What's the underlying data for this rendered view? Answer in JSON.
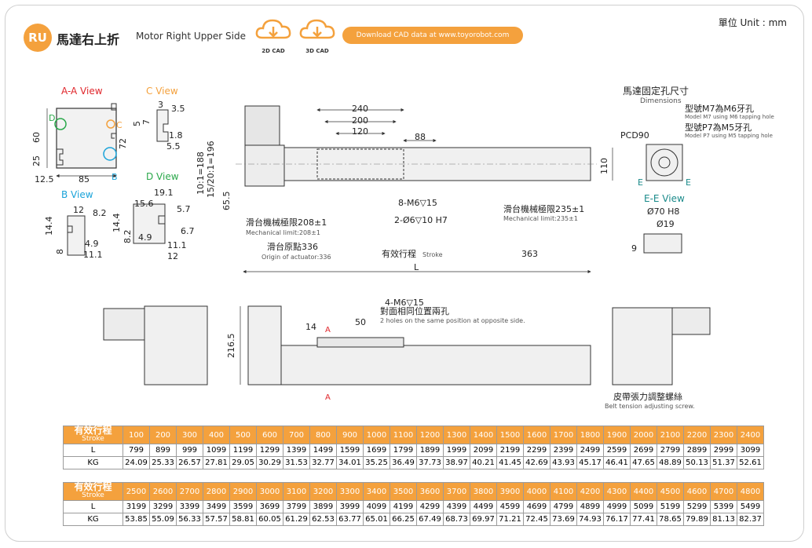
{
  "header": {
    "badge": "RU",
    "title_zh": "馬達右上折",
    "title_en": "Motor Right Upper Side",
    "cad_2d": "2D CAD",
    "cad_3d": "3D CAD",
    "download": "Download CAD data at www.toyorobot.com",
    "unit": "單位 Unit : mm",
    "accent_color": "#f4a13d"
  },
  "views": {
    "aa": {
      "title": "A-A View",
      "d60": "60",
      "d25": "25",
      "d12_5": "12.5",
      "d85": "85",
      "b": "B",
      "c": "C",
      "d": "D"
    },
    "c": {
      "title": "C View",
      "d3": "3",
      "d3_5": "3.5",
      "d5": "5",
      "d7": "7",
      "d72": "72",
      "d1_8": "1.8",
      "d5_5": "5.5"
    },
    "b": {
      "title": "B View",
      "d12": "12",
      "d8_2": "8.2",
      "d14_4": "14.4",
      "d8": "8",
      "d4_9": "4.9",
      "d11_1": "11.1"
    },
    "d": {
      "title": "D View",
      "d19_1": "19.1",
      "d15_6": "15.6",
      "d5_7": "5.7",
      "d14_4": "14.4",
      "d8_2": "8.2",
      "d4_9": "4.9",
      "d6_7": "6.7",
      "d11_1": "11.1",
      "d12": "12"
    },
    "motor_hole": {
      "title_zh": "馬達固定孔尺寸",
      "title_en": "Dimensions",
      "m7_zh": "型號M7為M6牙孔",
      "m7_en": "Model M7 using M6 tapping hole",
      "p7_zh": "型號P7為M5牙孔",
      "p7_en": "Model P7 using M5 tapping hole",
      "pcd": "PCD90",
      "e1": "E",
      "e2": "E"
    },
    "ee": {
      "title": "E-E View",
      "d70": "Ø70 H8",
      "d19": "Ø19",
      "d9": "9"
    }
  },
  "main": {
    "d240": "240",
    "d200": "200",
    "d120": "120",
    "d88": "88",
    "d110": "110",
    "ratio": "10:1=188\n15/20:1=196",
    "ratio1": "10:1=188",
    "ratio2": "15/20:1=196",
    "d65_5": "65.5",
    "m6": "8-M6▽15",
    "pin": "2-Ø6▽10 H7",
    "limit1_zh": "滑台機械極限208±1",
    "limit1_en": "Mechanical limit:208±1",
    "origin_zh": "滑台原點336",
    "origin_en": "Origin of actuator:336",
    "stroke_zh": "有效行程",
    "stroke_en": "Stroke",
    "d363": "363",
    "L": "L",
    "limit2_zh": "滑台機械極限235±1",
    "limit2_en": "Mechanical limit:235±1"
  },
  "side": {
    "m6b": "4-M6▽15",
    "holes_zh": "對面相同位置兩孔",
    "holes_en": "2 holes on the same position at opposite side.",
    "d14": "14",
    "d50": "50",
    "d216_5": "216.5",
    "A1": "A",
    "A2": "A",
    "belt_zh": "皮帶張力調整螺絲",
    "belt_en": "Belt tension adjusting screw."
  },
  "table1": {
    "stroke_label_zh": "有效行程",
    "stroke_label_en": "Stroke",
    "L_label": "L",
    "KG_label": "KG",
    "stroke": [
      "100",
      "200",
      "300",
      "400",
      "500",
      "600",
      "700",
      "800",
      "900",
      "1000",
      "1100",
      "1200",
      "1300",
      "1400",
      "1500",
      "1600",
      "1700",
      "1800",
      "1900",
      "2000",
      "2100",
      "2200",
      "2300",
      "2400"
    ],
    "L": [
      "799",
      "899",
      "999",
      "1099",
      "1199",
      "1299",
      "1399",
      "1499",
      "1599",
      "1699",
      "1799",
      "1899",
      "1999",
      "2099",
      "2199",
      "2299",
      "2399",
      "2499",
      "2599",
      "2699",
      "2799",
      "2899",
      "2999",
      "3099"
    ],
    "KG": [
      "24.09",
      "25.33",
      "26.57",
      "27.81",
      "29.05",
      "30.29",
      "31.53",
      "32.77",
      "34.01",
      "35.25",
      "36.49",
      "37.73",
      "38.97",
      "40.21",
      "41.45",
      "42.69",
      "43.93",
      "45.17",
      "46.41",
      "47.65",
      "48.89",
      "50.13",
      "51.37",
      "52.61"
    ]
  },
  "table2": {
    "stroke_label_zh": "有效行程",
    "stroke_label_en": "Stroke",
    "L_label": "L",
    "KG_label": "KG",
    "stroke": [
      "2500",
      "2600",
      "2700",
      "2800",
      "2900",
      "3000",
      "3100",
      "3200",
      "3300",
      "3400",
      "3500",
      "3600",
      "3700",
      "3800",
      "3900",
      "4000",
      "4100",
      "4200",
      "4300",
      "4400",
      "4500",
      "4600",
      "4700",
      "4800"
    ],
    "L": [
      "3199",
      "3299",
      "3399",
      "3499",
      "3599",
      "3699",
      "3799",
      "3899",
      "3999",
      "4099",
      "4199",
      "4299",
      "4399",
      "4499",
      "4599",
      "4699",
      "4799",
      "4899",
      "4999",
      "5099",
      "5199",
      "5299",
      "5399",
      "5499"
    ],
    "KG": [
      "53.85",
      "55.09",
      "56.33",
      "57.57",
      "58.81",
      "60.05",
      "61.29",
      "62.53",
      "63.77",
      "65.01",
      "66.25",
      "67.49",
      "68.73",
      "69.97",
      "71.21",
      "72.45",
      "73.69",
      "74.93",
      "76.17",
      "77.41",
      "78.65",
      "79.89",
      "81.13",
      "82.37"
    ]
  }
}
